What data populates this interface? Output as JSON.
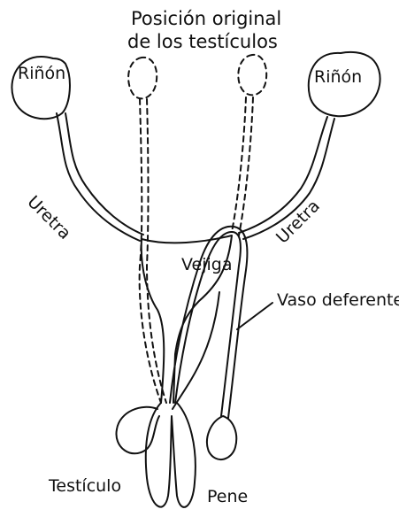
{
  "title": {
    "line1": "Posición original",
    "line2": "de los testículos"
  },
  "labels": {
    "kidney_left": "Riñón",
    "kidney_right": "Riñón",
    "ureter_left": "Uretra",
    "ureter_right": "Uretra",
    "bladder": "Vejiga",
    "vas_deferens": "Vaso deferente",
    "testicle": "Testículo",
    "penis": "Pene"
  }
}
